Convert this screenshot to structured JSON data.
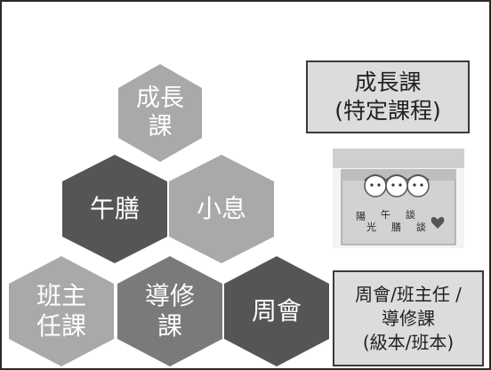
{
  "colors": {
    "hex_light": "#a9a9a9",
    "hex_dark": "#555555",
    "hex_mid": "#7a7a7a",
    "box_fill": "#dcdcdc",
    "box_border": "#3a3a3a"
  },
  "hexagons": [
    {
      "label": "成長\n課",
      "tone": "hex_light"
    },
    {
      "label": "午膳",
      "tone": "hex_dark"
    },
    {
      "label": "小息",
      "tone": "hex_light"
    },
    {
      "label": "班主\n任課",
      "tone": "hex_light"
    },
    {
      "label": "導修\n課",
      "tone": "hex_mid"
    },
    {
      "label": "周會",
      "tone": "hex_dark"
    }
  ],
  "boxes": {
    "top": "成長課\n(特定課程)",
    "bottom": "周會/班主任 /\n導修課\n(級本/班本)"
  },
  "photo": {
    "sign_text": [
      "陽",
      "光",
      "午",
      "膳",
      "談",
      "談"
    ]
  }
}
